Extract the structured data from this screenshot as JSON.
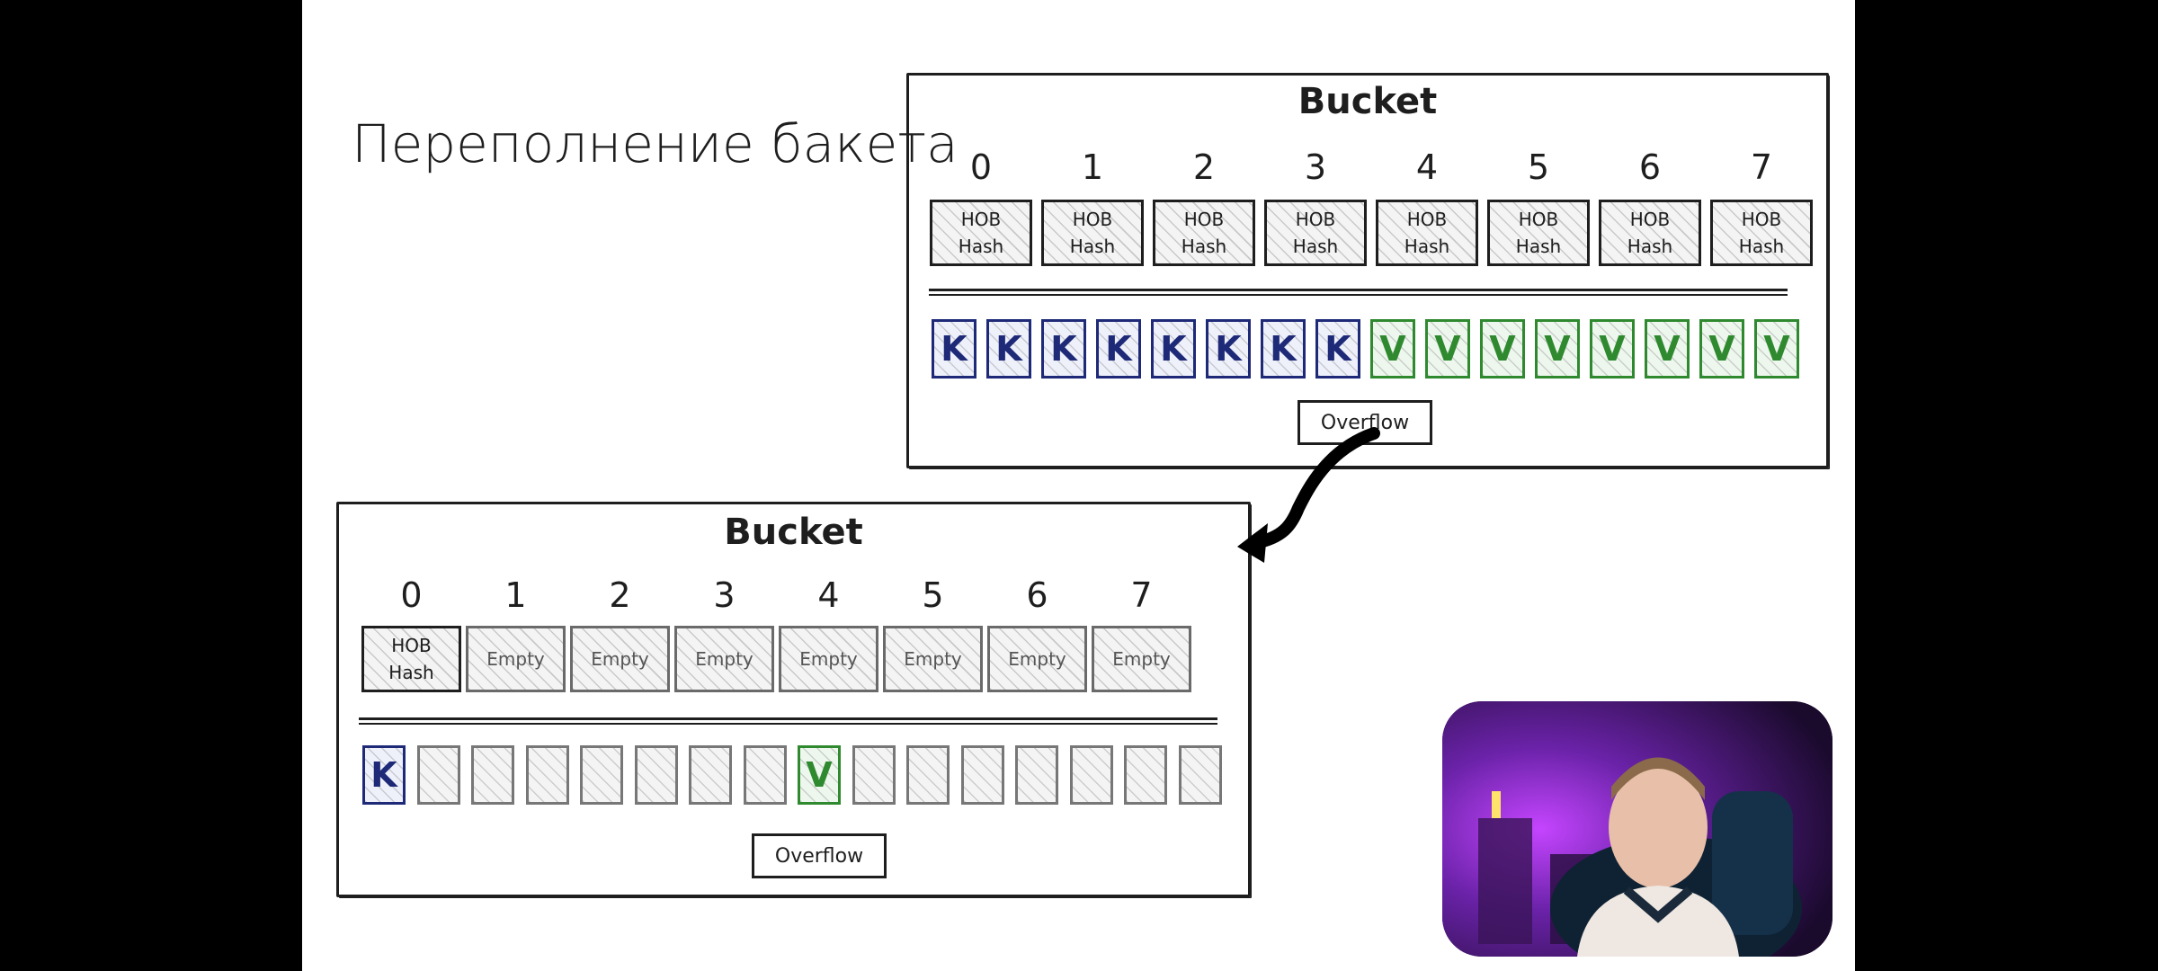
{
  "slide": {
    "title": "Переполнение бакета"
  },
  "bucket_top": {
    "title": "Bucket",
    "indices": [
      "0",
      "1",
      "2",
      "3",
      "4",
      "5",
      "6",
      "7"
    ],
    "tophash": [
      "HOB\nHash",
      "HOB\nHash",
      "HOB\nHash",
      "HOB\nHash",
      "HOB\nHash",
      "HOB\nHash",
      "HOB\nHash",
      "HOB\nHash"
    ],
    "keys": [
      "K",
      "K",
      "K",
      "K",
      "K",
      "K",
      "K",
      "K"
    ],
    "values": [
      "V",
      "V",
      "V",
      "V",
      "V",
      "V",
      "V",
      "V"
    ],
    "overflow_label": "Overflow"
  },
  "bucket_bottom": {
    "title": "Bucket",
    "indices": [
      "0",
      "1",
      "2",
      "3",
      "4",
      "5",
      "6",
      "7"
    ],
    "tophash": [
      "HOB\nHash",
      "Empty",
      "Empty",
      "Empty",
      "Empty",
      "Empty",
      "Empty",
      "Empty"
    ],
    "keys": [
      "K",
      "",
      "",
      "",
      "",
      "",
      "",
      ""
    ],
    "values": [
      "V",
      "",
      "",
      "",
      "",
      "",
      "",
      ""
    ],
    "overflow_label": "Overflow"
  },
  "colors": {
    "key": "#1e2a78",
    "value": "#2f8a2f",
    "ink": "#1e1e1e"
  }
}
